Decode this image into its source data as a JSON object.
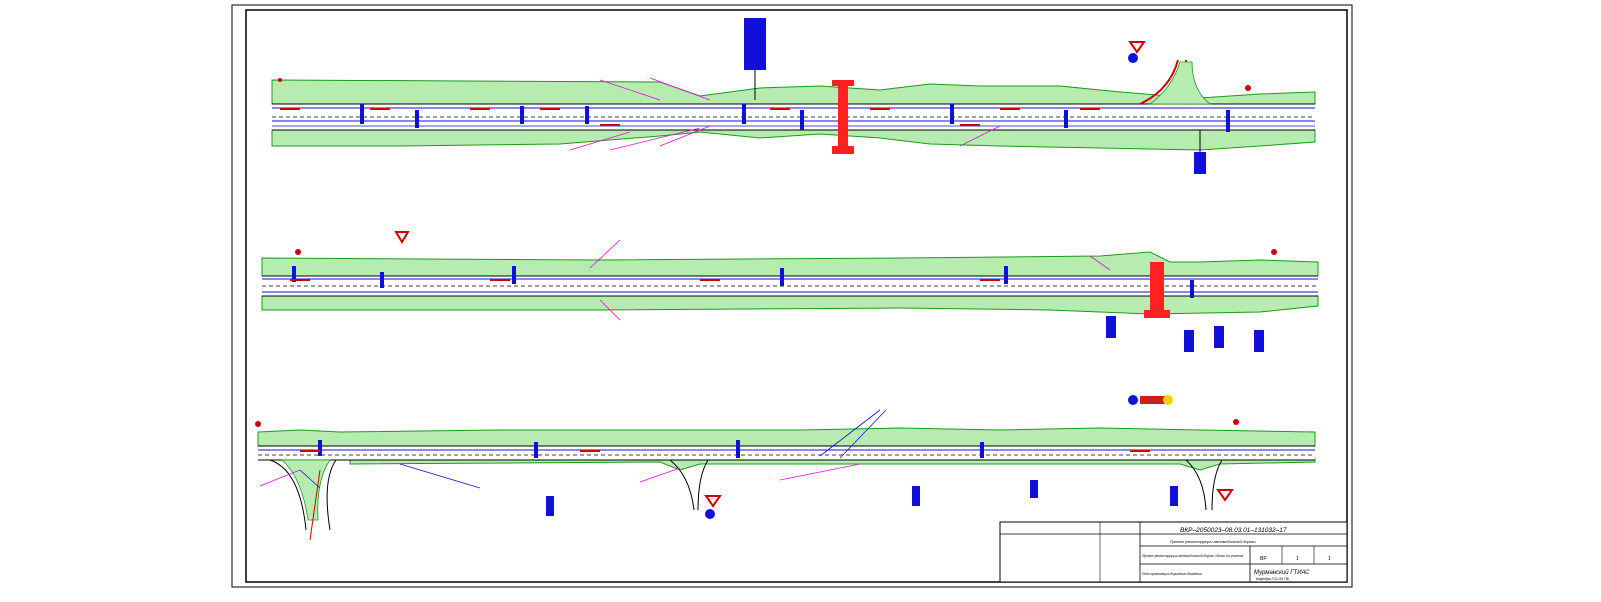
{
  "title_block": {
    "code": "ВКР–2050023–08.03.01–131032–17",
    "sheet_title": "Проект реконструкции автомобильной дороги",
    "project_desc": "Проект реконструкции автомобильной дороги «Кола» на участке",
    "drawing_name": "План организации дорожного движения",
    "stage": "ВР",
    "sheet": "1",
    "sheets": "1",
    "org_line1": "Мурманский ГТИАС",
    "org_line2": "Кафедра ГСХ 06 ПБ"
  },
  "colors": {
    "frame": "#000000",
    "slope": "#1a9a1a",
    "road_blue": "#1010d8",
    "markings_red": "#d00000",
    "annot_magenta": "#e010e0",
    "road_line": "#000000"
  },
  "icons": [
    "sign-yield-icon",
    "sign-round-icon",
    "sign-board-icon",
    "bridge-icon"
  ]
}
